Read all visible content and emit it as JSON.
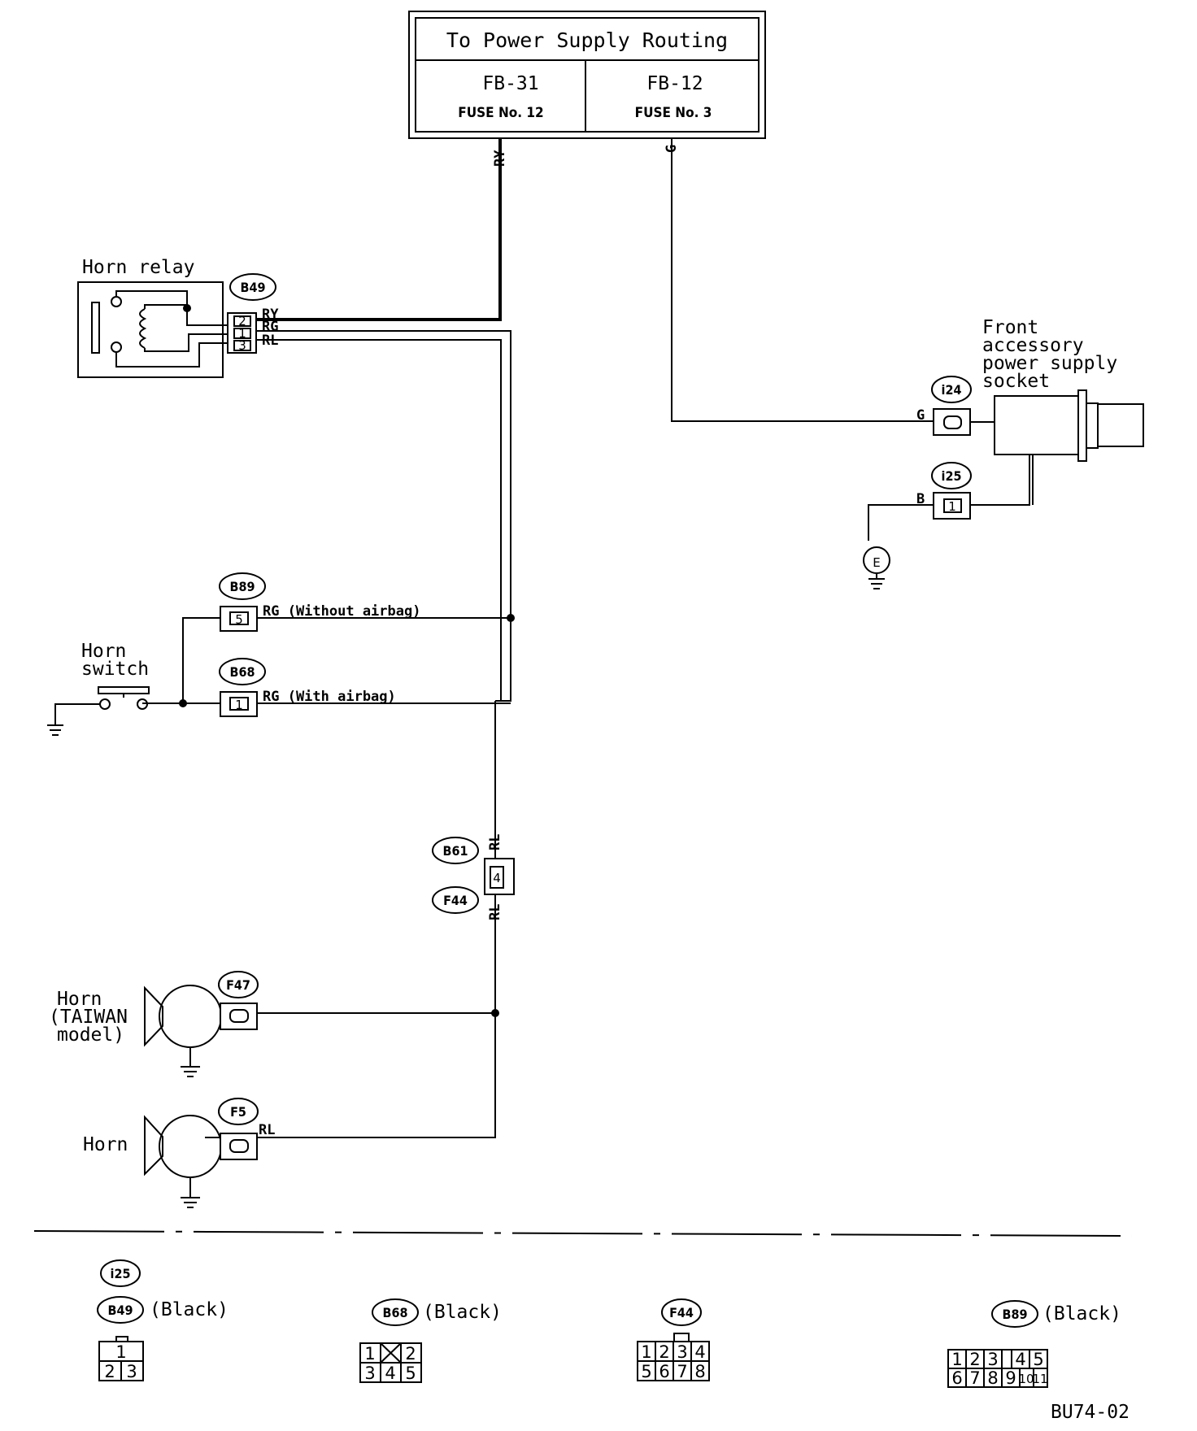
{
  "power_box": {
    "title": "To Power Supply Routing",
    "left": {
      "code": "FB-31",
      "fuse": "FUSE No. 12"
    },
    "right": {
      "code": "FB-12",
      "fuse": "FUSE No. 3"
    }
  },
  "components": {
    "horn_relay": "Horn relay",
    "horn_switch_1": "Horn",
    "horn_switch_2": "switch",
    "horn_taiwan_1": "Horn",
    "horn_taiwan_2": "(TAIWAN",
    "horn_taiwan_3": "model)",
    "horn": "Horn",
    "socket_1": "Front",
    "socket_2": "accessory",
    "socket_3": "power supply",
    "socket_4": "socket",
    "ground_e": "E"
  },
  "connectors": {
    "b49": "B49",
    "i24": "i24",
    "i25": "i25",
    "b89": "B89",
    "b68": "B68",
    "b61": "B61",
    "f44": "F44",
    "f47": "F47",
    "f5": "F5"
  },
  "wires": {
    "ry_top": "RY",
    "g_top": "G",
    "relay_ry": "RY",
    "relay_rg": "RG",
    "relay_rl": "RL",
    "g_socket": "G",
    "b_socket": "B",
    "rg_without": "RG (Without airbag)",
    "rg_with": "RG (With airbag)",
    "rl_b61": "RL",
    "rl_f44": "RL",
    "rl_horn": "RL"
  },
  "pins": {
    "relay_2": "2",
    "relay_1": "1",
    "relay_3": "3",
    "b89_pin": "5",
    "b68_pin": "1",
    "b61_pin": "4",
    "i25_pin": "1"
  },
  "legend": {
    "i25": "i25",
    "b49": "B49",
    "b49_color": "(Black)",
    "b49_pins": [
      "1",
      "2",
      "3"
    ],
    "b68": "B68",
    "b68_color": "(Black)",
    "b68_pins": [
      "1",
      "2",
      "3",
      "4",
      "5"
    ],
    "f44": "F44",
    "f44_pins": [
      "1",
      "2",
      "3",
      "4",
      "5",
      "6",
      "7",
      "8"
    ],
    "b89": "B89",
    "b89_color": "(Black)",
    "b89_pins": [
      "1",
      "2",
      "3",
      "4",
      "5",
      "6",
      "7",
      "8",
      "9",
      "10",
      "11"
    ]
  },
  "diagram_code": "BU74-02"
}
